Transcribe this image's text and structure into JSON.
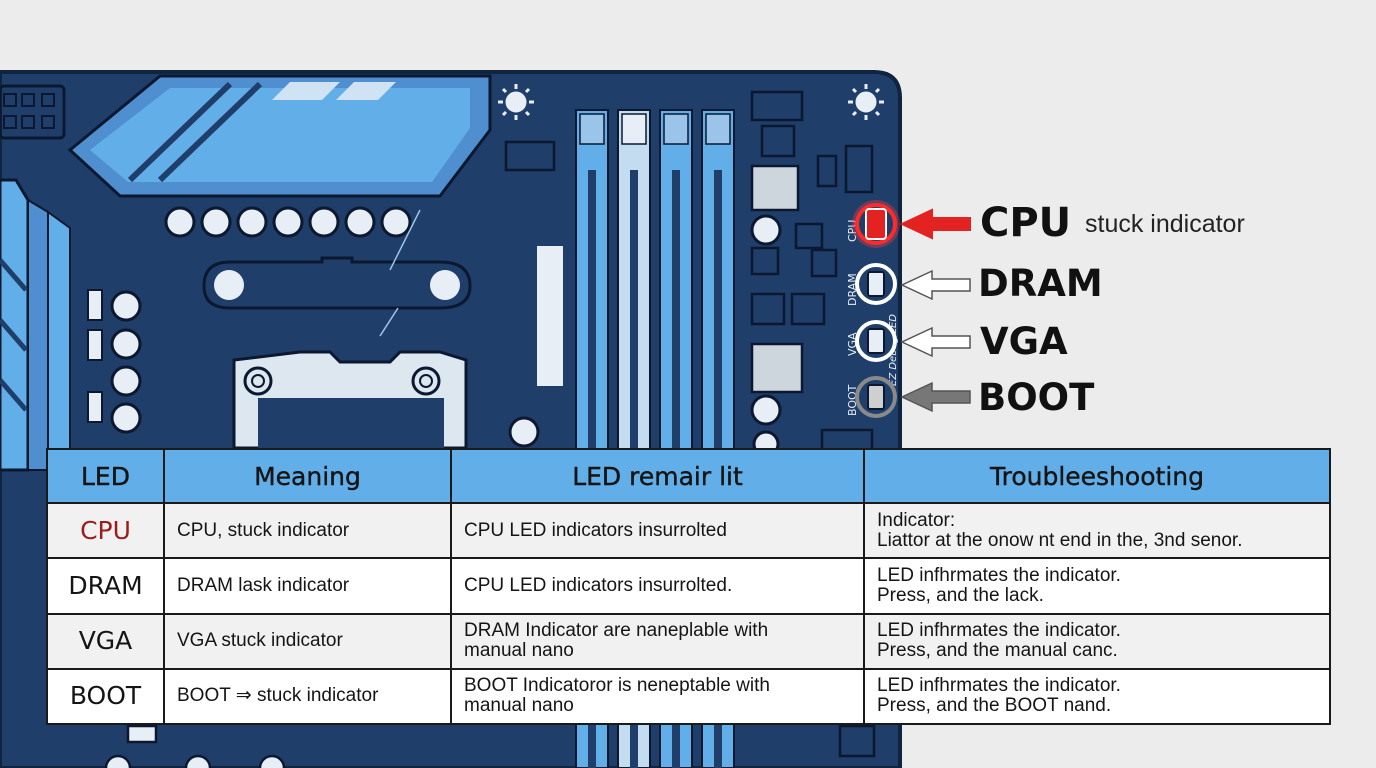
{
  "board": {
    "colors": {
      "pcb": "#1f3f6a",
      "pcb_edge": "#10233f",
      "accent": "#62aee9",
      "silk": "#e8eef5",
      "cpu_led": "#e32222",
      "boot_led": "#777777"
    },
    "labels": {
      "slot_cpu": "CPU",
      "slot_dram": "DRAM",
      "slot_vga": "VGA",
      "slot_boot": "BOOT",
      "vertical_text": "EZ Debug LED"
    }
  },
  "callouts": [
    {
      "id": "cpu",
      "label": "CPU",
      "note": "stuck indicator",
      "arrow_color": "#e32222"
    },
    {
      "id": "dram",
      "label": "DRAM",
      "note": "",
      "arrow_color": "#ffffff"
    },
    {
      "id": "vga",
      "label": "VGA",
      "note": "",
      "arrow_color": "#ffffff"
    },
    {
      "id": "boot",
      "label": "BOOT",
      "note": "",
      "arrow_color": "#777777"
    }
  ],
  "table": {
    "headers": [
      "LED",
      "Meaning",
      "LED remair lit",
      "Troubleeshooting"
    ],
    "rows": [
      {
        "led": "CPU",
        "meaning": "CPU, stuck indicator",
        "lit": [
          "CPU LED indicators insurrolted",
          ""
        ],
        "troubleshooting": [
          "Indicator:",
          "Liattor at the onow nt end in the, 3nd senor."
        ]
      },
      {
        "led": "DRAM",
        "meaning": "DRAM lask indicator",
        "lit": [
          "CPU LED indicators insurrolted.",
          ""
        ],
        "troubleshooting": [
          "LED infhrmates the indicator.",
          "Press, and the lack."
        ]
      },
      {
        "led": "VGA",
        "meaning": "VGA  stuck indicator",
        "lit": [
          "DRAM Indicator are naneplable with",
          "manual nano"
        ],
        "troubleshooting": [
          "LED infhrmates the indicator.",
          "Press, and the manual canc."
        ]
      },
      {
        "led": "BOOT",
        "meaning": "BOOT ⇒ stuck indicator",
        "lit": [
          "BOOT Indicatoror is neneptable with",
          "manual nano"
        ],
        "troubleshooting": [
          "LED infhrmates the indicator.",
          "Press, and the BOOT nand."
        ]
      }
    ]
  }
}
